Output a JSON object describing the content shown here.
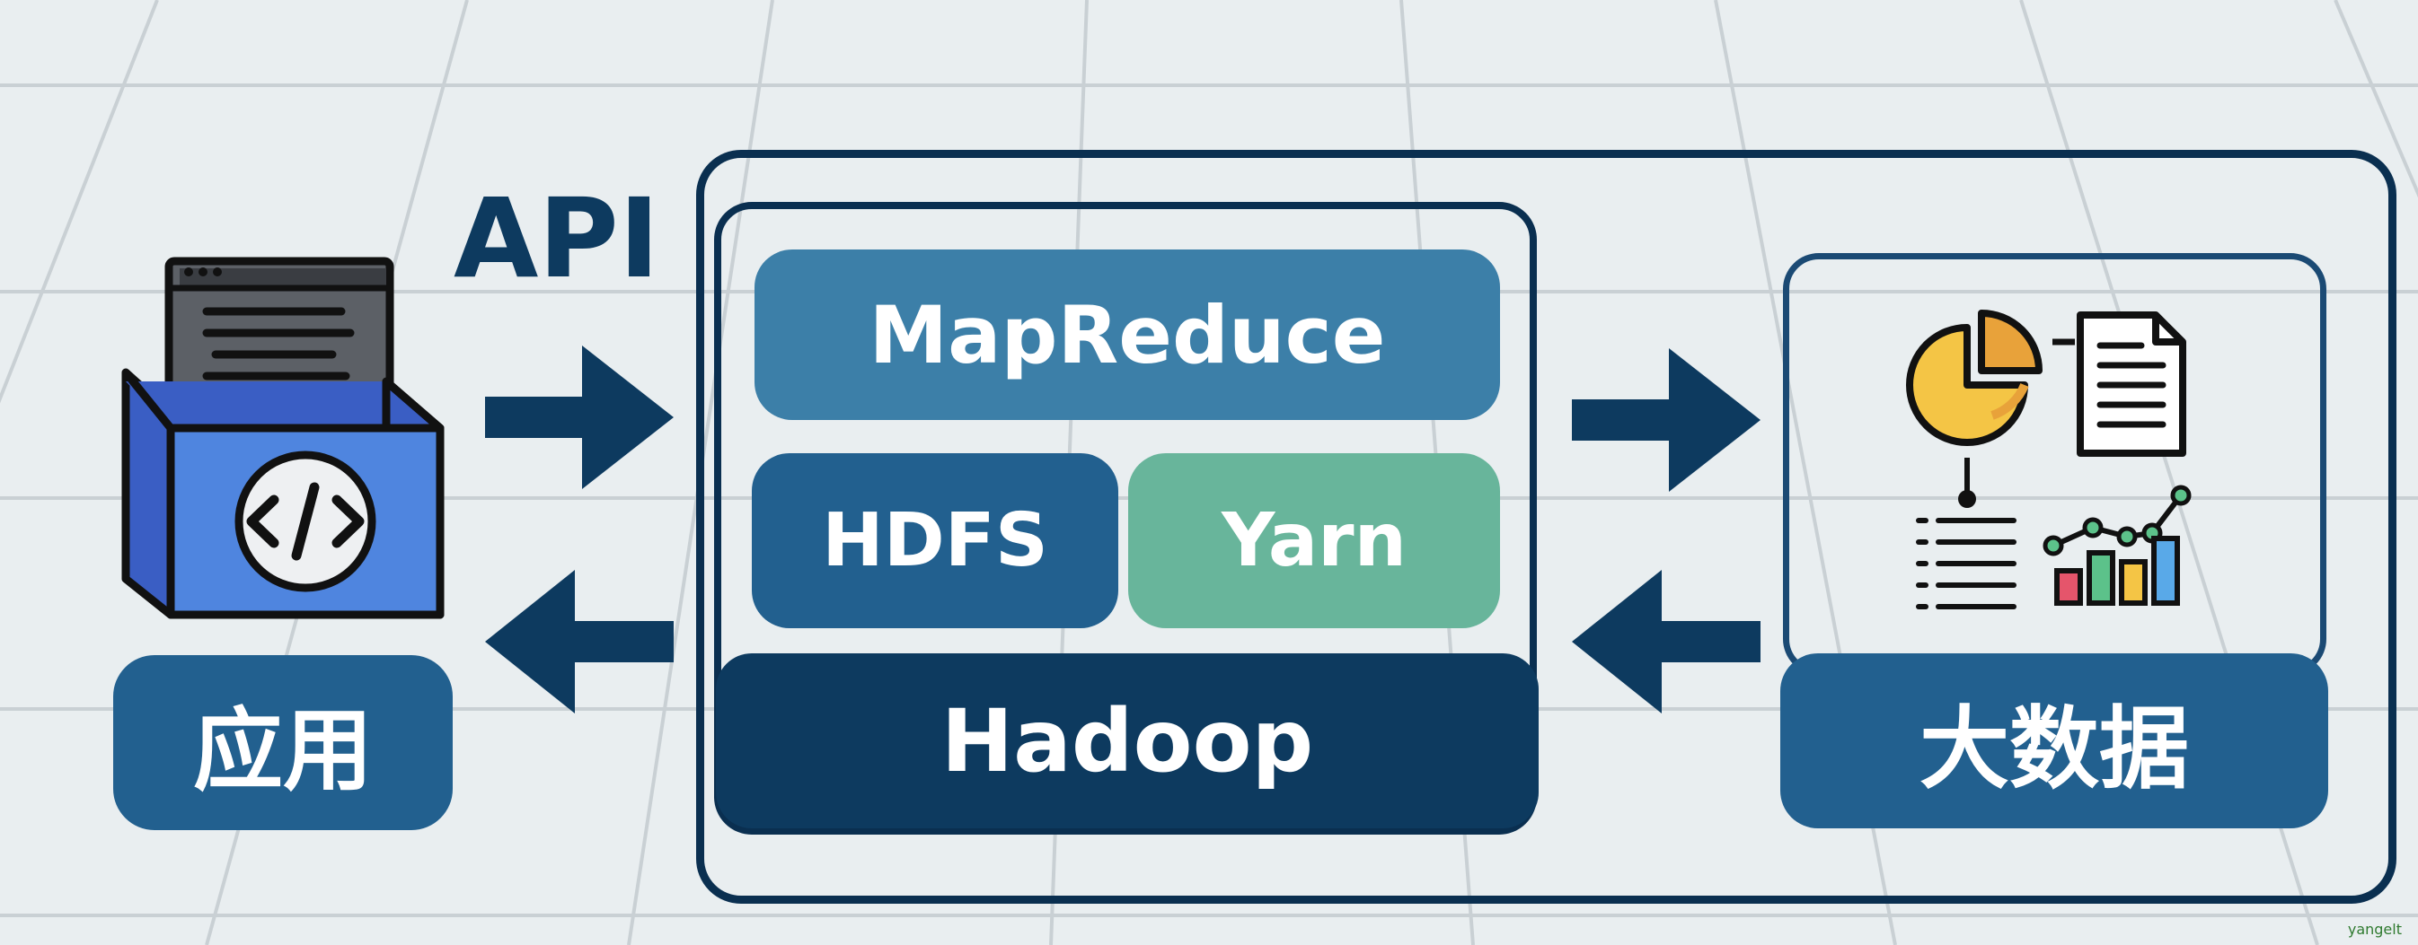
{
  "api_label": "API",
  "hadoop": {
    "mapreduce_label": "MapReduce",
    "hdfs_label": "HDFS",
    "yarn_label": "Yarn",
    "hadoop_label": "Hadoop"
  },
  "app": {
    "label": "应用",
    "icon": "code-box-icon"
  },
  "bigdata": {
    "label": "大数据",
    "icons": [
      "pie-chart-icon",
      "document-icon",
      "list-icon",
      "bar-line-chart-icon"
    ]
  },
  "watermark": "yangelt",
  "colors": {
    "navy": "#0d3a5f",
    "mid_blue": "#22608f",
    "steel_blue": "#3c7fa8",
    "green": "#68b59b",
    "background": "#e9eef0"
  }
}
